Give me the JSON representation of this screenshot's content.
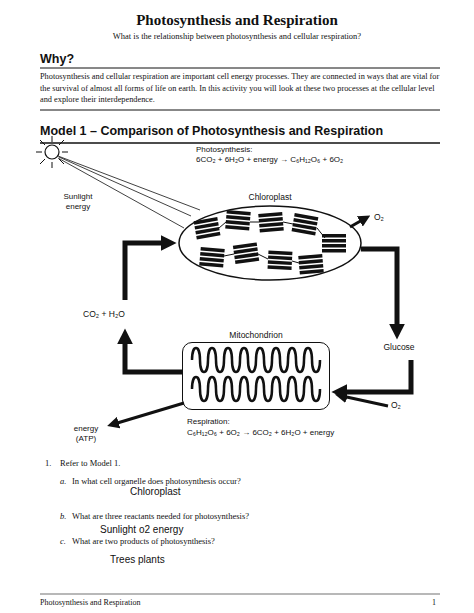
{
  "diagram": {
    "title": "Photosynthesis and Respiration",
    "nodes": [
      {
        "text": [
          "Chloroplast"
        ]
      },
      {
        "text": [
          "Mitochondrion"
        ]
      }
    ],
    "edges": [
      {
        "from": 0,
        "to": 1,
        "label": "Glucose",
        "arrow": "to"
      },
      {
        "from": 1,
        "to": 0,
        "label": "CO₂ + H₂O",
        "arrow": "to"
      }
    ],
    "labels": [
      "What is the relationship between photosynthesis and cellular respiration?",
      "Why?",
      "Photosynthesis and cellular respiration are important cell energy processes. They are connected in ways that are vital for the survival of almost all forms of life on earth. In this activity you will look at these two processes at the cellular level and explore their interdependence.",
      "Model 1 – Comparison of Photosynthesis and Respiration",
      "Photosynthesis:",
      "6CO₂ + 6H₂O + energy → C₆H₁₂O₆ + 6O₂",
      "Sunlight energy",
      "O₂",
      "O₂",
      "energy (ATP)",
      "Respiration:",
      "C₆H₁₂O₆ + 6O₂ → 6CO₂ + 6H₂O + energy",
      "1.",
      "Refer to Model 1.",
      "a.",
      "In what cell organelle does photosynthesis occur?",
      "Chloroplast",
      "b.",
      "What are three reactants needed for photosynthesis?",
      "Sunlight o2 energy",
      "c.",
      "What are two products of photosynthesis?",
      "Trees plants",
      "Photosynthesis and Respiration",
      "1"
    ]
  }
}
